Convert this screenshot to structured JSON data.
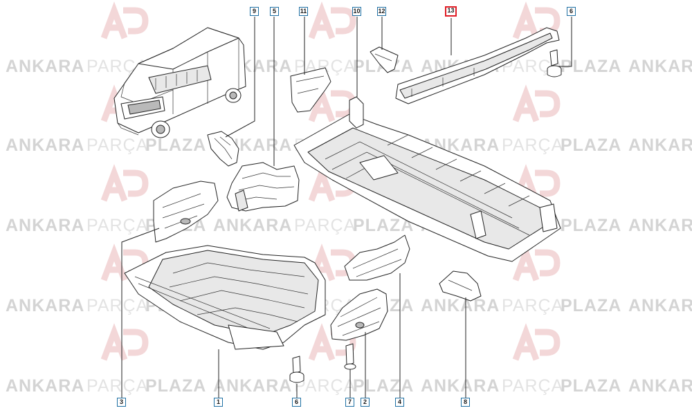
{
  "watermark": {
    "word1": "ANKARA",
    "word2": "PARÇA",
    "word3": "PLAZA",
    "logo_text": "AP"
  },
  "callouts": [
    {
      "id": "c9",
      "label": "9"
    },
    {
      "id": "c5",
      "label": "5"
    },
    {
      "id": "c11",
      "label": "11"
    },
    {
      "id": "c10",
      "label": "10"
    },
    {
      "id": "c12",
      "label": "12"
    },
    {
      "id": "c13",
      "label": "13"
    },
    {
      "id": "c6a",
      "label": "6"
    },
    {
      "id": "c3",
      "label": "3"
    },
    {
      "id": "c1",
      "label": "1"
    },
    {
      "id": "c6b",
      "label": "6"
    },
    {
      "id": "c7",
      "label": "7"
    },
    {
      "id": "c2",
      "label": "2"
    },
    {
      "id": "c4",
      "label": "4"
    },
    {
      "id": "c8",
      "label": "8"
    }
  ],
  "colors": {
    "callout_border": "#1d6fa3",
    "highlight_border": "#e01b24",
    "line": "#222222",
    "logo_red": "#e9b7b9"
  }
}
